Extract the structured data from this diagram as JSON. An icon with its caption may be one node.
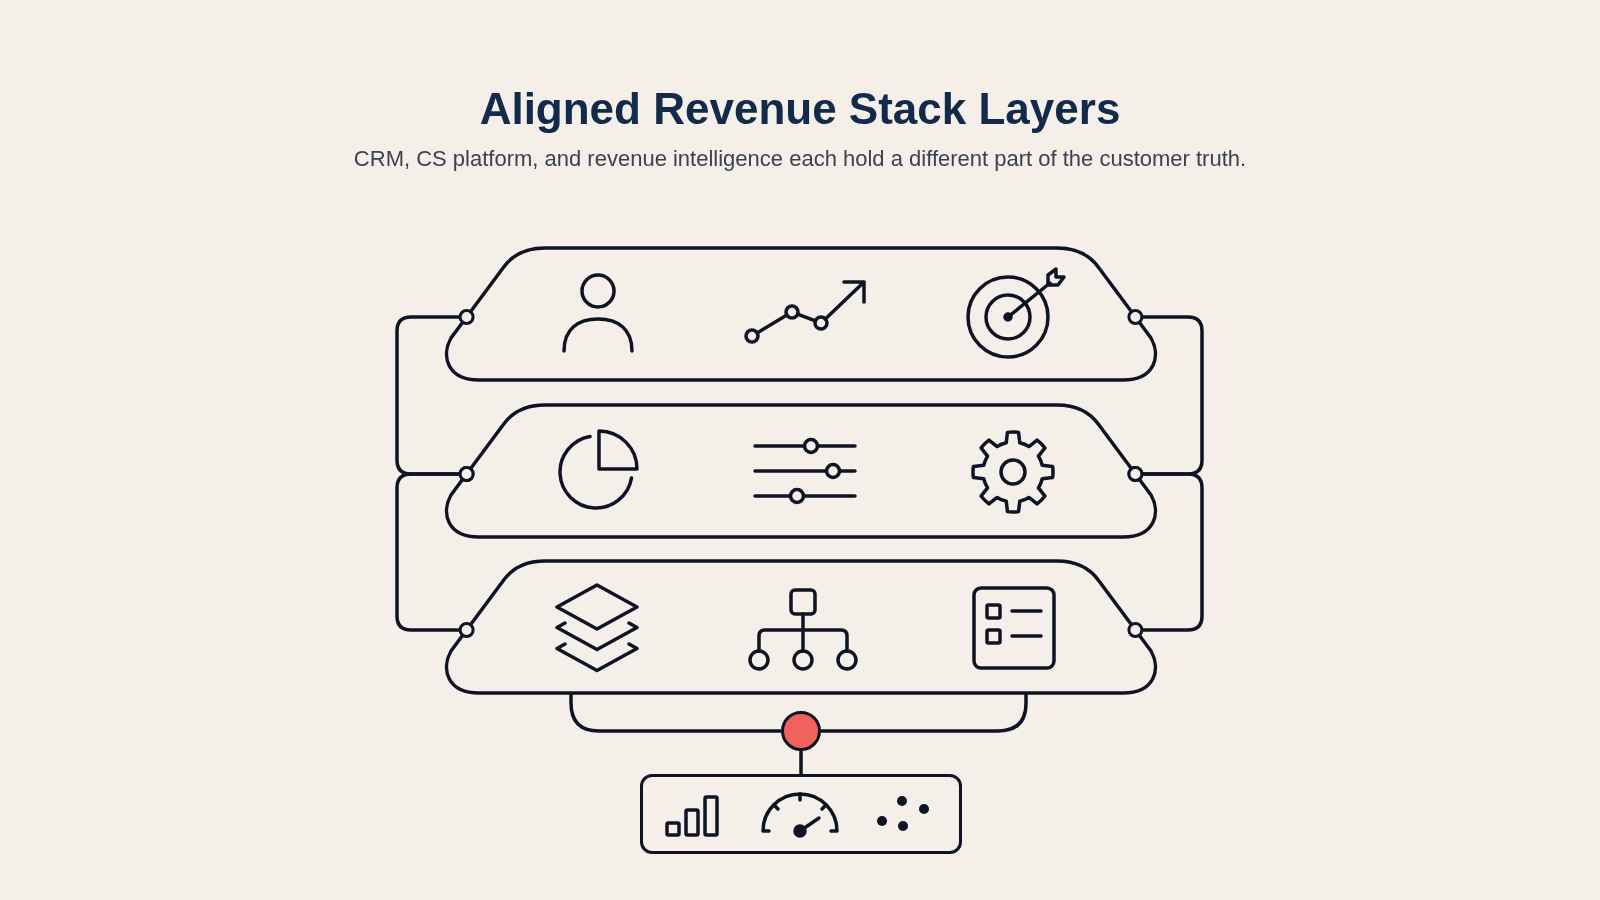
{
  "diagram": {
    "title": "Aligned Revenue Stack Layers",
    "nodes": [
      {
        "text": [],
        "shape": "trapezoid"
      },
      {
        "text": [],
        "shape": "trapezoid"
      },
      {
        "text": [],
        "shape": "trapezoid"
      },
      {
        "text": [],
        "shape": "circle"
      },
      {
        "text": [],
        "shape": "box"
      }
    ],
    "edges": [
      {
        "from": 0,
        "to": 1,
        "arrow": "other"
      },
      {
        "from": 1,
        "to": 2,
        "arrow": "other"
      },
      {
        "from": 0,
        "to": 1,
        "arrow": "other"
      },
      {
        "from": 1,
        "to": 2,
        "arrow": "other"
      },
      {
        "from": 2,
        "to": 3,
        "arrow": "none"
      },
      {
        "from": 2,
        "to": 3,
        "arrow": "none"
      },
      {
        "from": 3,
        "to": 4,
        "arrow": "none"
      }
    ],
    "labels": [
      "CRM, CS platform, and revenue intelligence each hold a different part of the customer truth."
    ]
  }
}
